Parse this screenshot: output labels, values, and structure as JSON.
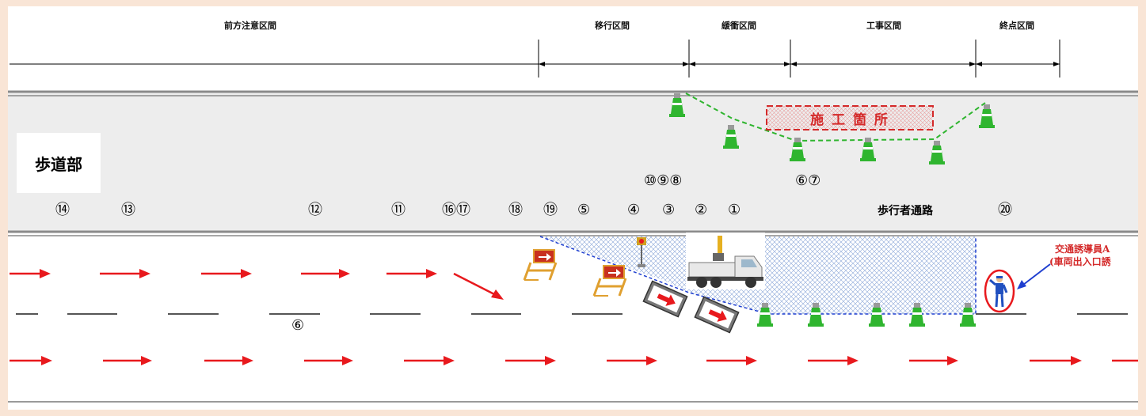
{
  "zones": {
    "forward_caution": "前方注意区間",
    "transition": "移行区間",
    "buffer": "緩衝区間",
    "work": "工事区間",
    "end": "終点区間"
  },
  "sidewalk_label": "歩道部",
  "worksite_label": "施 工 箇 所",
  "pedestrian_passage_label": "歩行者通路",
  "flagger_label_line1": "交通誘導員A",
  "flagger_label_line2": "(車両出入口誘",
  "markers": {
    "m14": "⑭",
    "m13": "⑬",
    "m12": "⑫",
    "m11": "⑪",
    "m16_17": "⑯⑰",
    "m18": "⑱",
    "m19": "⑲",
    "m5": "⑤",
    "m4": "④",
    "m3": "③",
    "m2": "②",
    "m1": "①",
    "m10_9_8": "⑩⑨⑧",
    "m6_7": "⑥⑦",
    "m20": "⑳",
    "m6_road": "⑥"
  },
  "colors": {
    "background": "#f9e5d6",
    "road": "#ffffff",
    "sidewalk": "#ededed",
    "arrow": "#e8191d",
    "cone": "#2fb52f",
    "barrier": "#1f3fd0",
    "worksite_border": "#d42a2a"
  },
  "icons": [
    "traffic-cone-icon",
    "arrow-sign-board-icon",
    "barricade-icon",
    "dump-truck-icon",
    "flagger-person-icon",
    "warning-light-icon"
  ]
}
